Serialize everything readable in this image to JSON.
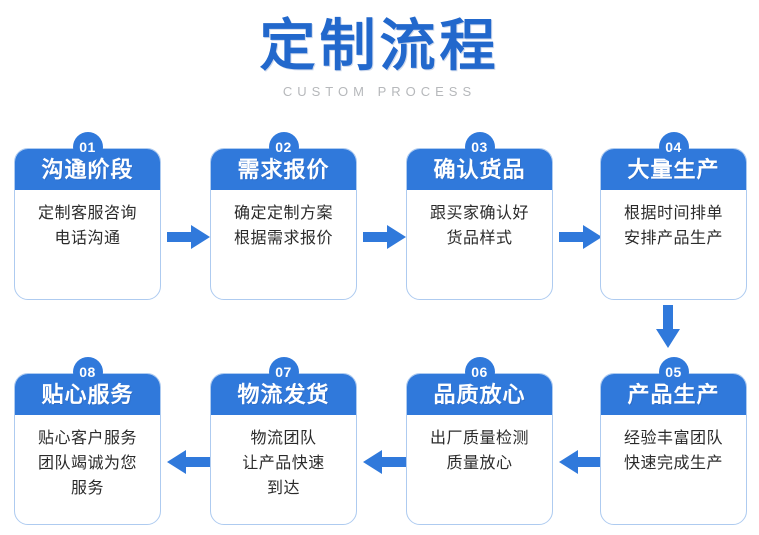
{
  "header": {
    "title": "定制流程",
    "subtitle": "CUSTOM PROCESS"
  },
  "colors": {
    "accent_blue": "#3079db",
    "title_blue": "#2268cc",
    "card_border": "#aecbf0",
    "subtitle_gray": "#b6b8bb",
    "body_text": "#2b2b2b",
    "background": "#ffffff"
  },
  "steps": [
    {
      "number": "01",
      "title": "沟通阶段",
      "lines": [
        "定制客服咨询",
        "电话沟通"
      ]
    },
    {
      "number": "02",
      "title": "需求报价",
      "lines": [
        "确定定制方案",
        "根据需求报价"
      ]
    },
    {
      "number": "03",
      "title": "确认货品",
      "lines": [
        "跟买家确认好",
        "货品样式"
      ]
    },
    {
      "number": "04",
      "title": "大量生产",
      "lines": [
        "根据时间排单",
        "安排产品生产"
      ]
    },
    {
      "number": "05",
      "title": "产品生产",
      "lines": [
        "经验丰富团队",
        "快速完成生产"
      ]
    },
    {
      "number": "06",
      "title": "品质放心",
      "lines": [
        "出厂质量检测",
        "质量放心"
      ]
    },
    {
      "number": "07",
      "title": "物流发货",
      "lines": [
        "物流团队",
        "让产品快速",
        "到达"
      ]
    },
    {
      "number": "08",
      "title": "贴心服务",
      "lines": [
        "贴心客户服务",
        "团队竭诚为您",
        "服务"
      ]
    }
  ],
  "connectors": [
    {
      "icon": "arrow-right-icon",
      "direction": "right"
    },
    {
      "icon": "arrow-right-icon",
      "direction": "right"
    },
    {
      "icon": "arrow-right-icon",
      "direction": "right"
    },
    {
      "icon": "arrow-down-icon",
      "direction": "down"
    },
    {
      "icon": "arrow-left-icon",
      "direction": "left"
    },
    {
      "icon": "arrow-left-icon",
      "direction": "left"
    },
    {
      "icon": "arrow-left-icon",
      "direction": "left"
    }
  ]
}
